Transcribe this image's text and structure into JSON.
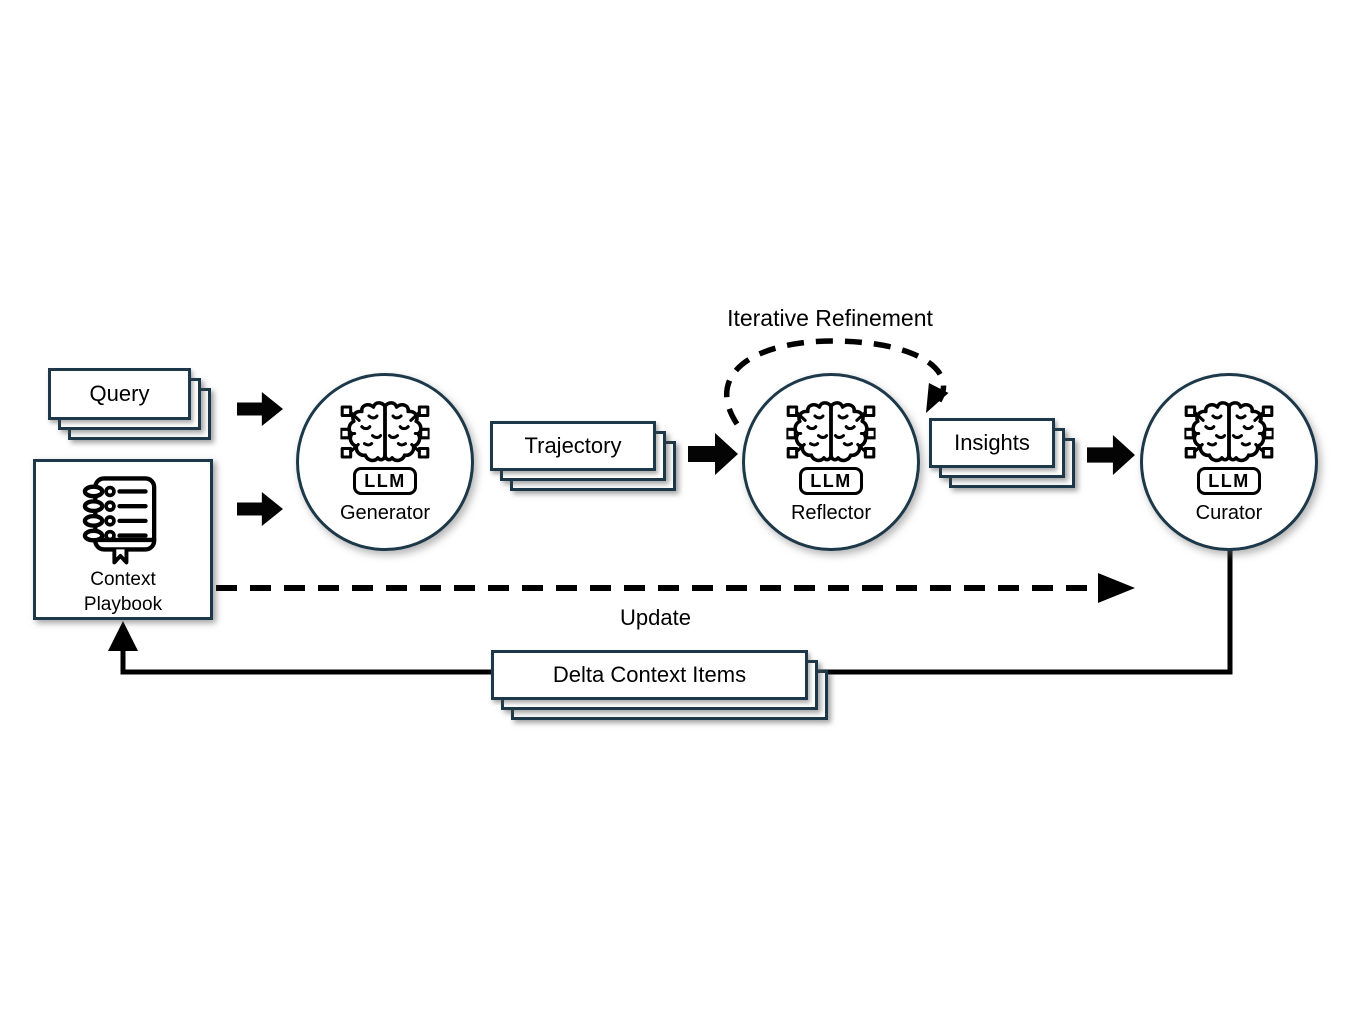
{
  "labels": {
    "iterative_refinement": "Iterative Refinement",
    "update": "Update"
  },
  "nodes": {
    "query": {
      "label": "Query"
    },
    "context_playbook": {
      "lines": [
        "Context",
        "Playbook"
      ]
    },
    "generator": {
      "label": "Generator",
      "badge": "LLM"
    },
    "trajectory": {
      "label": "Trajectory"
    },
    "reflector": {
      "label": "Reflector",
      "badge": "LLM"
    },
    "insights": {
      "label": "Insights"
    },
    "curator": {
      "label": "Curator",
      "badge": "LLM"
    },
    "delta_context_items": {
      "label": "Delta Context Items"
    }
  },
  "icons": {
    "generator": "brain-circuit-llm-icon",
    "reflector": "brain-circuit-llm-icon",
    "curator": "brain-circuit-llm-icon",
    "context_playbook": "notebook-list-icon",
    "flow_arrows": "block-arrow-right-icon"
  },
  "colors": {
    "background": "#ffffff",
    "box_border": "#1c3849",
    "arrow": "#000000",
    "text": "#000000"
  }
}
